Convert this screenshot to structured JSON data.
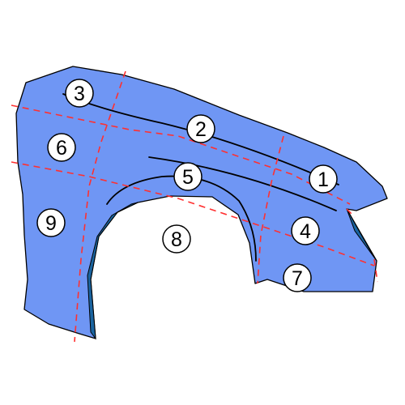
{
  "colors": {
    "panel_fill": "#6f96f4",
    "inner_liner": "#1a64a0",
    "cut_lines": "#ff3030",
    "outline": "#000000",
    "background": "#ffffff"
  },
  "zones": [
    {
      "id": "1",
      "label": "1"
    },
    {
      "id": "2",
      "label": "2"
    },
    {
      "id": "3",
      "label": "3"
    },
    {
      "id": "4",
      "label": "4"
    },
    {
      "id": "5",
      "label": "5"
    },
    {
      "id": "6",
      "label": "6"
    },
    {
      "id": "7",
      "label": "7"
    },
    {
      "id": "8",
      "label": "8"
    },
    {
      "id": "9",
      "label": "9"
    }
  ]
}
